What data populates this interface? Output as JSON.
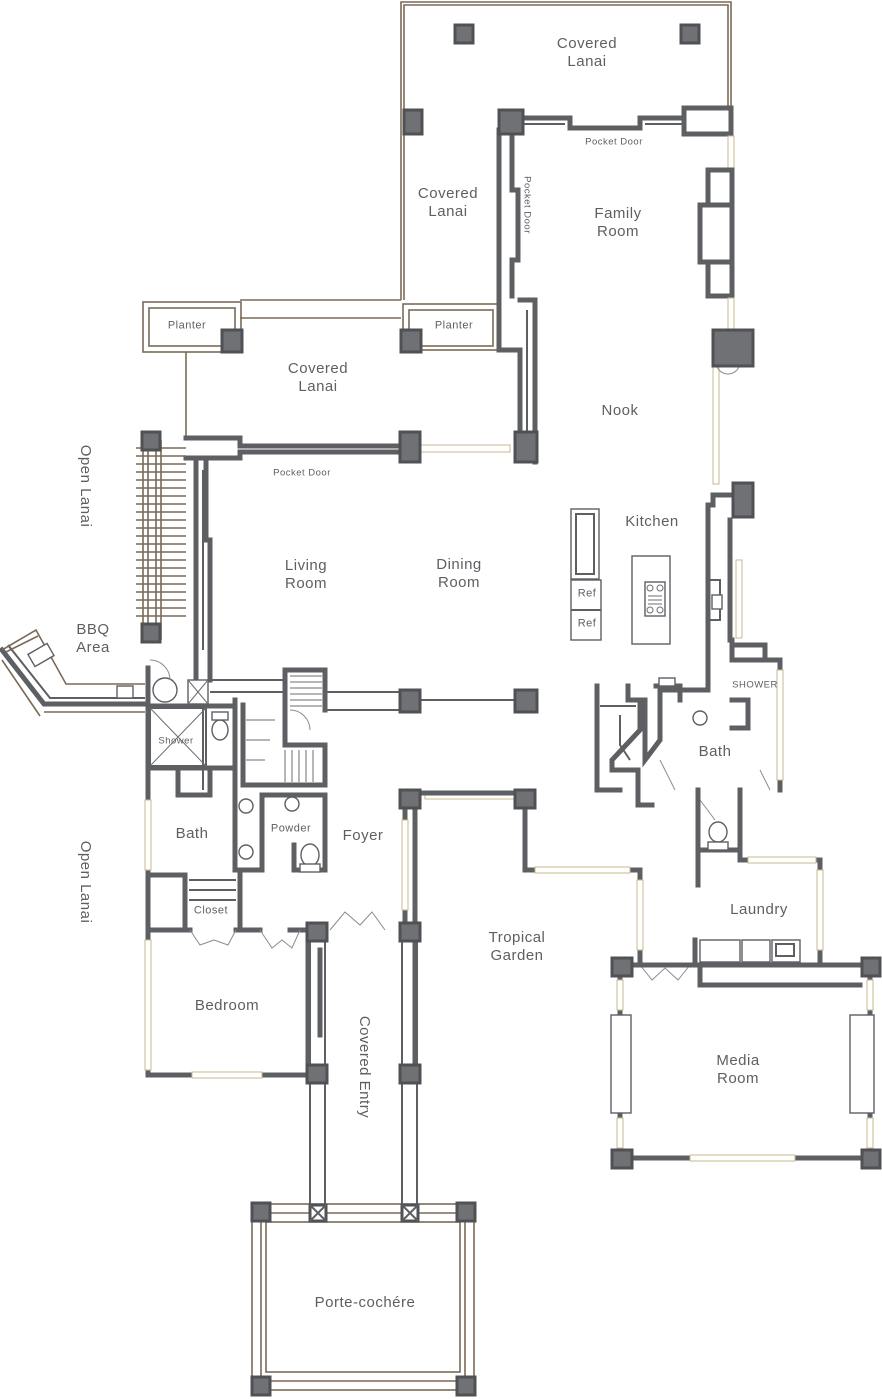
{
  "rooms": {
    "covered_lanai_top": [
      "Covered",
      "Lanai"
    ],
    "covered_lanai_mid": [
      "Covered",
      "Lanai"
    ],
    "covered_lanai_left": [
      "Covered",
      "Lanai"
    ],
    "family_room": [
      "Family",
      "Room"
    ],
    "nook": "Nook",
    "kitchen": "Kitchen",
    "living_room": [
      "Living",
      "Room"
    ],
    "dining_room": [
      "Dining",
      "Room"
    ],
    "bbq_area": [
      "BBQ",
      "Area"
    ],
    "open_lanai_upper": "Open Lanai",
    "open_lanai_lower": "Open Lanai",
    "bath_left": "Bath",
    "powder": "Powder",
    "foyer": "Foyer",
    "closet": "Closet",
    "bedroom": "Bedroom",
    "tropical_garden": [
      "Tropical",
      "Garden"
    ],
    "covered_entry": "Covered Entry",
    "bath_right": "Bath",
    "laundry": "Laundry",
    "media_room": [
      "Media",
      "Room"
    ],
    "porte_cochere": "Porte-cochére"
  },
  "fixtures": {
    "planter_left": "Planter",
    "planter_right": "Planter",
    "pocket_door_top": "Pocket Door",
    "pocket_door_vertical": "Pocket Door",
    "pocket_door_living": "Pocket Door",
    "ref_1": "Ref",
    "ref_2": "Ref",
    "shower_left": "Shower",
    "shower_right": "SHOWER"
  },
  "icons": [
    "column-icon",
    "window-icon",
    "door-swing-icon",
    "sink-icon",
    "toilet-icon",
    "cooktop-icon",
    "stair-icon",
    "pergola-icon"
  ]
}
